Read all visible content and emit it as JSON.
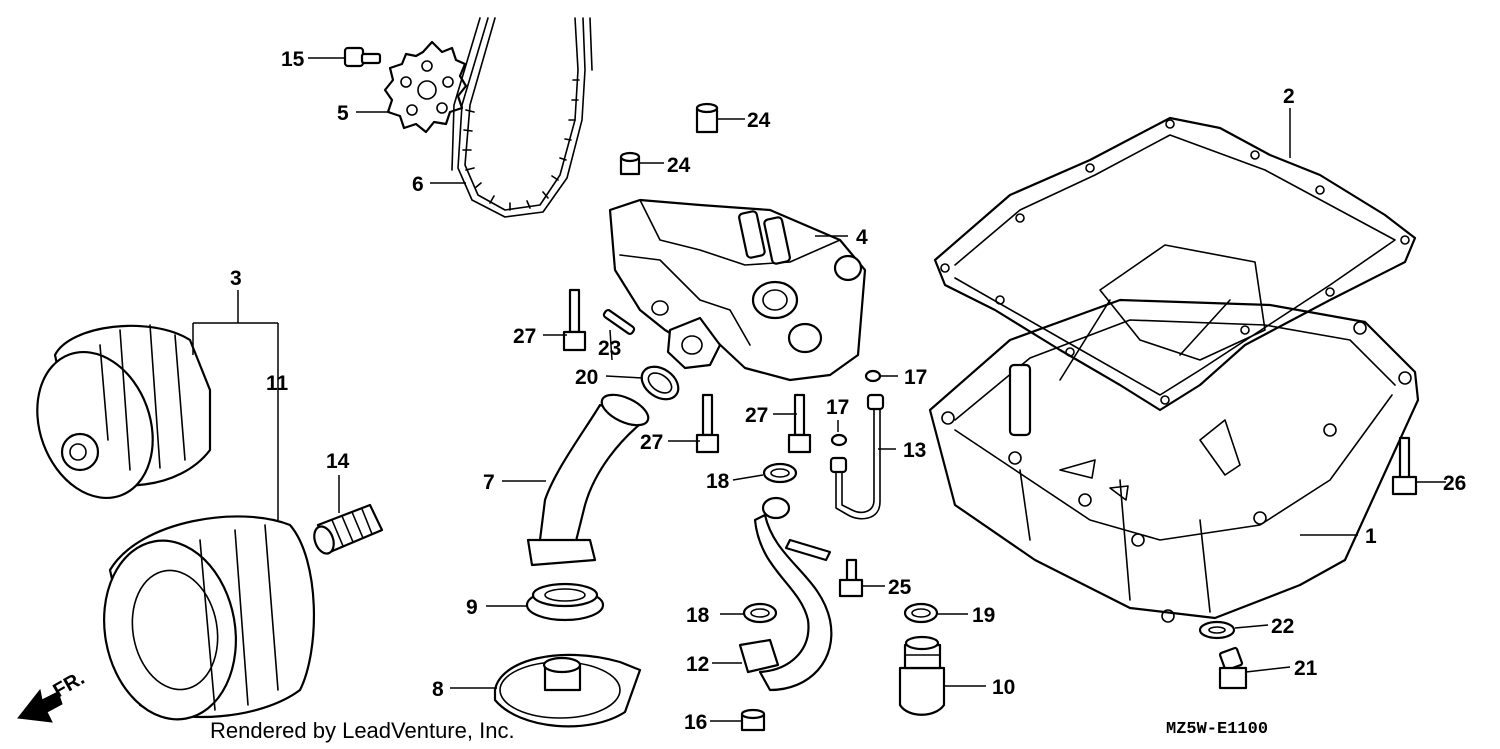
{
  "diagram": {
    "callouts": {
      "c1": "1",
      "c2": "2",
      "c3": "3",
      "c4": "4",
      "c5": "5",
      "c6": "6",
      "c7": "7",
      "c8": "8",
      "c9": "9",
      "c10": "10",
      "c11": "11",
      "c12": "12",
      "c13": "13",
      "c14": "14",
      "c15": "15",
      "c16": "16",
      "c17a": "17",
      "c17b": "17",
      "c18a": "18",
      "c18b": "18",
      "c19": "19",
      "c20": "20",
      "c21": "21",
      "c22": "22",
      "c23": "23",
      "c24a": "24",
      "c24b": "24",
      "c25": "25",
      "c26": "26",
      "c27a": "27",
      "c27b": "27",
      "c27c": "27"
    },
    "front_indicator": "FR.",
    "diagram_code": "MZ5W-E1100",
    "credit": "Rendered by LeadVenture, Inc."
  }
}
